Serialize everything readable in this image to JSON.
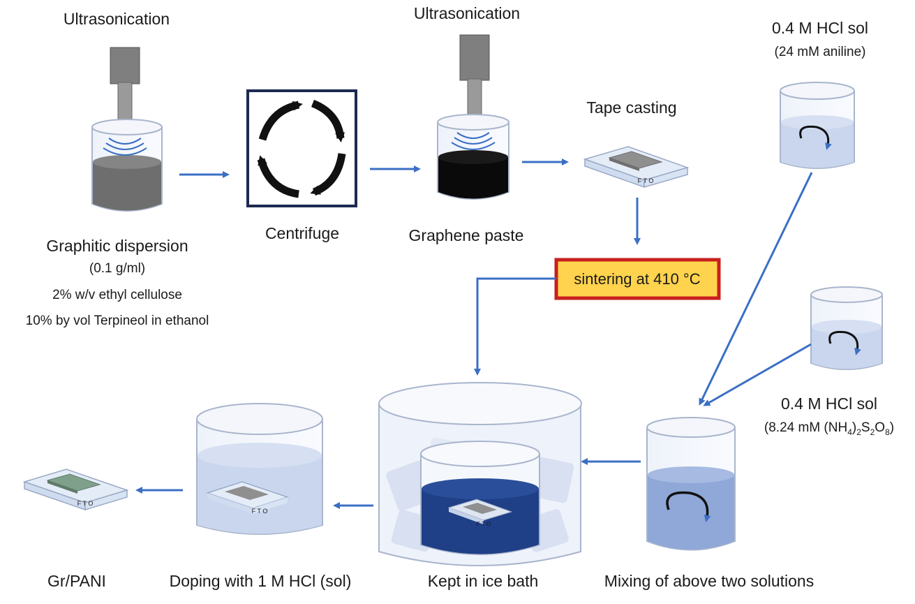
{
  "labels": {
    "ultrasonication_1": "Ultrasonication",
    "ultrasonication_2": "Ultrasonication",
    "centrifuge": "Centrifuge",
    "graphene_paste": "Graphene paste",
    "tape_casting": "Tape casting",
    "graphitic_dispersion": "Graphitic dispersion",
    "dispersion_conc": "(0.1 g/ml)",
    "ethyl_cellulose": "2% w/v ethyl cellulose",
    "terpineol": "10% by vol Terpineol in ethanol",
    "sintering": "sintering at 410 °C",
    "hcl_sol_1": "0.4 M HCl sol",
    "aniline": "(24 mM aniline)",
    "hcl_sol_2": "0.4 M HCl sol",
    "aps_prefix": "(8.24 mM (NH",
    "aps_sub_1": "4",
    "aps_mid_1": ")",
    "aps_sub_2": "2",
    "aps_mid_2": "S",
    "aps_sub_3": "2",
    "aps_mid_3": "O",
    "aps_sub_4": "8",
    "aps_suffix": ")",
    "mixing": "Mixing of above two solutions",
    "ice_bath": "Kept in ice bath",
    "doping": "Doping with 1 M HCl (sol)",
    "gr_pani": "Gr/PANI",
    "substrate_mark": "F T O"
  },
  "colors": {
    "arrow": "#3b6fc4",
    "sinter_fill": "#ffd34d",
    "sinter_border": "#c8201e",
    "graphite_gray": "#6e6e6e",
    "paste_black": "#0a0a0a",
    "light_solution": "#c9d6ee",
    "mix_solution": "#8fa8d8",
    "ice_bath_solution": "#1f3f86",
    "probe_gray": "#8a8a8a"
  }
}
